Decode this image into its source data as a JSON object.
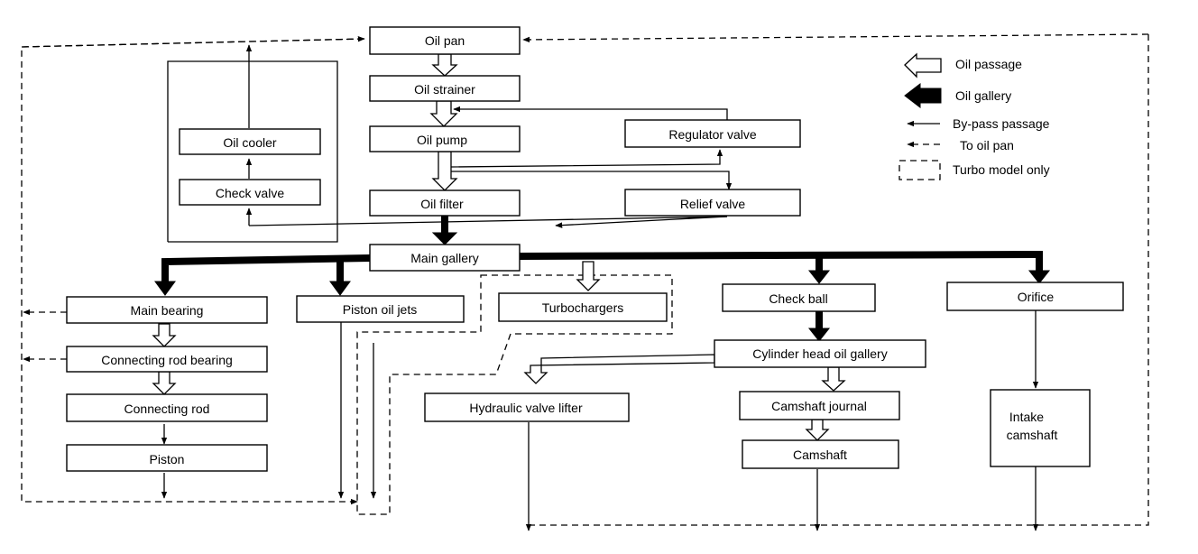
{
  "diagram": {
    "nodes": {
      "oil_pan": "Oil pan",
      "oil_strainer": "Oil strainer",
      "oil_pump": "Oil pump",
      "oil_filter": "Oil filter",
      "regulator_valve": "Regulator valve",
      "relief_valve": "Relief valve",
      "oil_cooler": "Oil cooler",
      "check_valve": "Check valve",
      "main_gallery": "Main gallery",
      "main_bearing": "Main bearing",
      "connecting_rod_bearing": "Connecting rod bearing",
      "connecting_rod": "Connecting rod",
      "piston": "Piston",
      "piston_oil_jets": "Piston oil jets",
      "turbochargers": "Turbochargers",
      "check_ball": "Check ball",
      "orifice": "Orifice",
      "cylinder_head_oil_gallery": "Cylinder head oil gallery",
      "hydraulic_valve_lifter": "Hydraulic valve lifter",
      "camshaft_journal": "Camshaft journal",
      "camshaft": "Camshaft",
      "intake_camshaft_line1": "Intake",
      "intake_camshaft_line2": "camshaft"
    },
    "legend": {
      "oil_passage": "Oil passage",
      "oil_gallery": "Oil gallery",
      "bypass_passage": "By-pass passage",
      "to_oil_pan": "To oil pan",
      "turbo_model_only": "Turbo model only"
    }
  }
}
